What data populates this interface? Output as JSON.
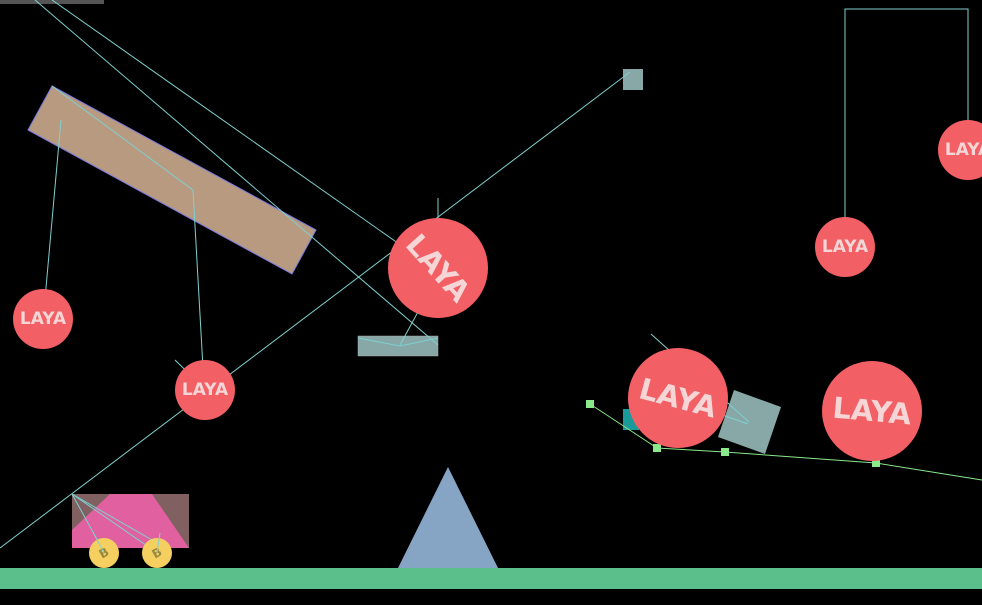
{
  "scene": {
    "background": "#000000",
    "ground_color": "#5bbf8c",
    "joint_line_color": "#7fd0d0",
    "spring_line_color": "#8be88b",
    "ball_color": "#f25f64",
    "ball_text_color": "#f5d5d5",
    "plank_color": "#b89a80",
    "box_color": "#88a8a8",
    "triangle_color": "#86a4c4",
    "cart_body_color": "#e060a0",
    "cart_side_color": "#806060",
    "wheel_color": "#f5d060"
  },
  "balls": [
    {
      "id": "ball-far-left",
      "label": "LAYA"
    },
    {
      "id": "ball-left-lower",
      "label": "LAYA"
    },
    {
      "id": "ball-center",
      "label": "LAYA"
    },
    {
      "id": "ball-top-right-hanging",
      "label": "LAYA"
    },
    {
      "id": "ball-right-edge",
      "label": "LAYA"
    },
    {
      "id": "ball-right-middle",
      "label": "LAYA"
    },
    {
      "id": "ball-right-large",
      "label": "LAYA"
    }
  ],
  "cart": {
    "wheels": [
      {
        "id": "wheel-front",
        "label": "B"
      },
      {
        "id": "wheel-back",
        "label": "B"
      }
    ]
  }
}
